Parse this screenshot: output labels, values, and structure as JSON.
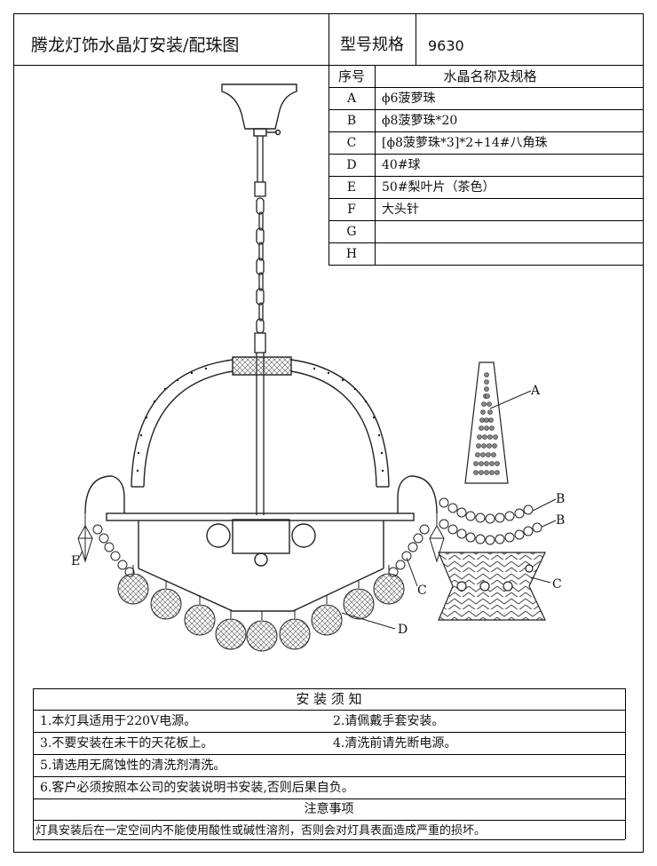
{
  "header": {
    "title": "腾龙灯饰水晶灯安装/配珠图",
    "model_label": "型号规格",
    "model_value": "9630"
  },
  "parts_table": {
    "col_no": "序号",
    "col_desc": "水晶名称及规格",
    "rows": [
      {
        "id": "A",
        "desc": "ϕ6菠萝珠"
      },
      {
        "id": "B",
        "desc": "ϕ8菠萝珠*20"
      },
      {
        "id": "C",
        "desc": "[ϕ8菠萝珠*3]*2+14#八角珠"
      },
      {
        "id": "D",
        "desc": "40#球"
      },
      {
        "id": "E",
        "desc": "50#梨叶片（茶色）"
      },
      {
        "id": "F",
        "desc": "大头针"
      },
      {
        "id": "G",
        "desc": ""
      },
      {
        "id": "H",
        "desc": ""
      }
    ]
  },
  "diagram_labels": {
    "a": "A",
    "b1": "B",
    "b2": "B",
    "c1": "C",
    "c2": "C",
    "d": "D",
    "e": "E"
  },
  "install_notes": {
    "heading": "安 装 须 知",
    "note1": "1.本灯具适用于220V电源。",
    "note2": "2.请佩戴手套安装。",
    "note3": "3.不要安装在未干的天花板上。",
    "note4": "4.清洗前请先断电源。",
    "note5": "5.请选用无腐蚀性的清洗剂清洗。",
    "note6": "6.客户必须按照本公司的安装说明书安装,否则后果自负。"
  },
  "attention": {
    "heading": "注意事项",
    "text": "灯具安装后在一定空间内不能使用酸性或碱性溶剂，否则会对灯具表面造成严重的损坏。"
  }
}
